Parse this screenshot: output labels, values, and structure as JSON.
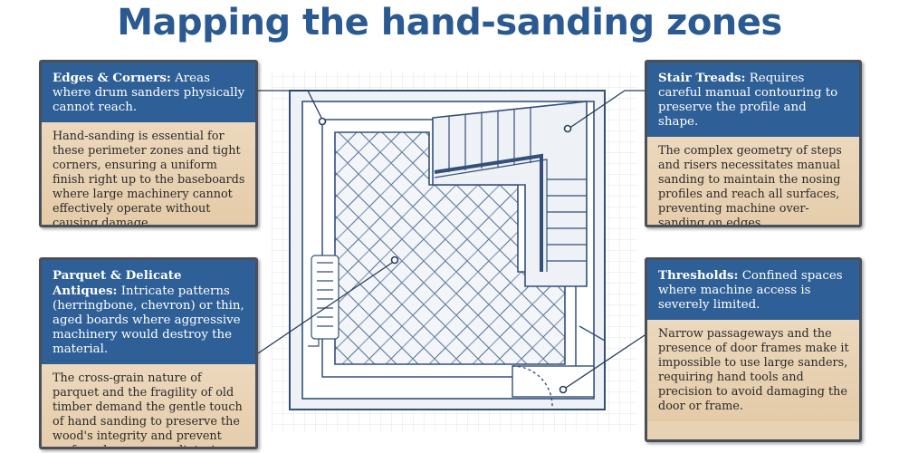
{
  "title": "Mapping the hand-sanding zones",
  "cards": {
    "edges": {
      "heading": "Edges & Corners:",
      "subtitle": "Areas where drum sanders physically cannot reach.",
      "body": "Hand-sanding is essential for these perimeter zones and tight corners, ensuring a uniform finish right up to the baseboards where large machinery cannot effectively operate without causing damage."
    },
    "parquet": {
      "heading": "Parquet & Delicate Antiques:",
      "subtitle": "Intricate patterns (herringbone, chevron) or thin, aged boards where aggressive machinery would destroy the material.",
      "body": "The cross-grain nature of parquet and the fragility of old timber demand the gentle touch of hand sanding to preserve the wood's integrity and prevent surface damage or splintering."
    },
    "stairs": {
      "heading": "Stair Treads:",
      "subtitle": "Requires careful manual contouring to preserve the profile and shape.",
      "body": "The complex geometry of steps and risers necessitates manual sanding to maintain the nosing profiles and reach all surfaces, preventing machine over-sanding on edges."
    },
    "thresholds": {
      "heading": "Thresholds:",
      "subtitle": "Confined spaces where machine access is severely limited.",
      "body": "Narrow passageways and the presence of door frames make it impossible to use large sanders, requiring hand tools and precision to avoid damaging the door or frame."
    }
  },
  "colors": {
    "title": "#2b5a92",
    "card_header": "#2e5f97",
    "card_body": "#e8d2b4",
    "blueprint_line": "#33507a"
  }
}
